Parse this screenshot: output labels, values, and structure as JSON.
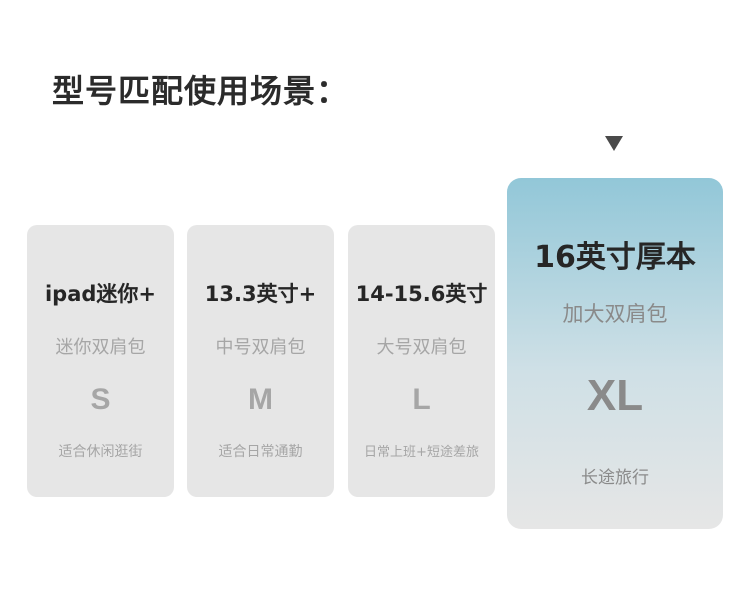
{
  "title": "型号匹配使用场景：",
  "cards": [
    {
      "size": "ipad迷你+",
      "type": "迷你双肩包",
      "letter": "S",
      "use": "适合休闲逛街"
    },
    {
      "size": "13.3英寸+",
      "type": "中号双肩包",
      "letter": "M",
      "use": "适合日常通勤"
    },
    {
      "size": "14-15.6英寸",
      "type": "大号双肩包",
      "letter": "L",
      "use": "日常上班+短途差旅"
    },
    {
      "size": "16英寸厚本",
      "type": "加大双肩包",
      "letter": "XL",
      "use": "长途旅行"
    }
  ],
  "highlight": {
    "card": "XL",
    "marker_icon": "down-triangle-icon"
  },
  "colors": {
    "card_bg": "#e6e6e6",
    "highlight_top": "#92c7d8",
    "text_dark": "#262626",
    "text_muted": "#a6a6a6"
  }
}
